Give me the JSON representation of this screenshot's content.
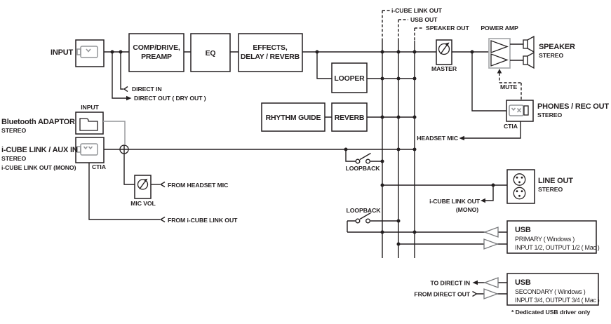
{
  "diagram": {
    "buses": {
      "icube_link_out": "i-CUBE LINK OUT",
      "usb_out": "USB OUT",
      "speaker_out": "SPEAKER OUT"
    },
    "input": {
      "label": "INPUT"
    },
    "blocks": {
      "comp_line1": "COMP/DRIVE,",
      "comp_line2": "PREAMP",
      "eq": "EQ",
      "effects_line1": "EFFECTS,",
      "effects_line2": "DELAY / REVERB",
      "looper": "LOOPER",
      "rhythm_guide": "RHYTHM GUIDE",
      "reverb": "REVERB",
      "master": "MASTER",
      "power_amp": "POWER AMP",
      "mic_vol": "MIC VOL"
    },
    "direct": {
      "in": "DIRECT IN",
      "out": "DIRECT OUT ( DRY OUT )"
    },
    "speaker": {
      "title": "SPEAKER",
      "sub": "STEREO"
    },
    "mute": "MUTE",
    "phones": {
      "title": "PHONES / REC OUT",
      "sub": "STEREO",
      "ctia": "CTIA",
      "headset_mic": "HEADSET MIC"
    },
    "bluetooth": {
      "input_label": "INPUT",
      "title": "Bluetooth ADAPTOR",
      "sub": "STEREO"
    },
    "aux": {
      "title": "i-CUBE LINK / AUX IN",
      "sub1": "STEREO",
      "sub2": "i-CUBE LINK OUT (MONO)",
      "ctia": "CTIA"
    },
    "mic": {
      "from_headset": "FROM HEADSET MIC",
      "from_icube": "FROM i-CUBE LINK OUT"
    },
    "loopback1": "LOOPBACK",
    "loopback2": "LOOPBACK",
    "line_out": {
      "title": "LINE OUT",
      "sub": "STEREO",
      "mono_line1": "i-CUBE LINK OUT",
      "mono_line2": "(MONO)"
    },
    "usb_primary": {
      "title": "USB",
      "line2": "PRIMARY ( Windows )",
      "line3": "INPUT 1/2, OUTPUT 1/2 ( Mac )"
    },
    "usb_secondary": {
      "title": "USB",
      "line2": "SECONDARY ( Windows )",
      "line3": "INPUT 3/4, OUTPUT 3/4 ( Mac )",
      "to_direct_in": "TO DIRECT IN",
      "from_direct_out": "FROM DIRECT OUT",
      "note": "* Dedicated USB driver only"
    }
  }
}
